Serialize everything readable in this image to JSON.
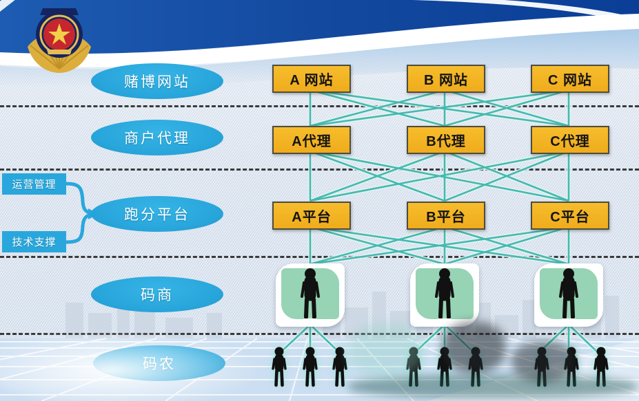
{
  "header": {
    "emblem": "china-police-badge"
  },
  "levels": [
    {
      "id": "gambling-websites",
      "label": "赌博网站"
    },
    {
      "id": "merchant-agents",
      "label": "商户代理"
    },
    {
      "id": "score-platforms",
      "label": "跑分平台"
    },
    {
      "id": "code-merchants",
      "label": "码商"
    },
    {
      "id": "code-farmers",
      "label": "码农"
    }
  ],
  "support_boxes": [
    {
      "id": "operations",
      "label": "运营管理"
    },
    {
      "id": "tech",
      "label": "技术支撑"
    }
  ],
  "nodes": {
    "websites": [
      {
        "label": "A 网站"
      },
      {
        "label": "B 网站"
      },
      {
        "label": "C 网站"
      }
    ],
    "agents": [
      {
        "label": "A代理"
      },
      {
        "label": "B代理"
      },
      {
        "label": "C代理"
      }
    ],
    "platforms": [
      {
        "label": "A平台"
      },
      {
        "label": "B平台"
      },
      {
        "label": "C平台"
      }
    ]
  },
  "structure": {
    "connection_style": "full-mesh between adjacent levels; each merchant card fans out to 3 code farmers",
    "merchant_groups": 3,
    "farmers_per_group": 3
  },
  "colors": {
    "header_blue": "#12489e",
    "accent_blue": "#29a7dc",
    "node_yellow": "#f2b324",
    "line_teal": "#47b8b0",
    "card_green": "#97d3b5",
    "divider": "#1d1d1d"
  }
}
